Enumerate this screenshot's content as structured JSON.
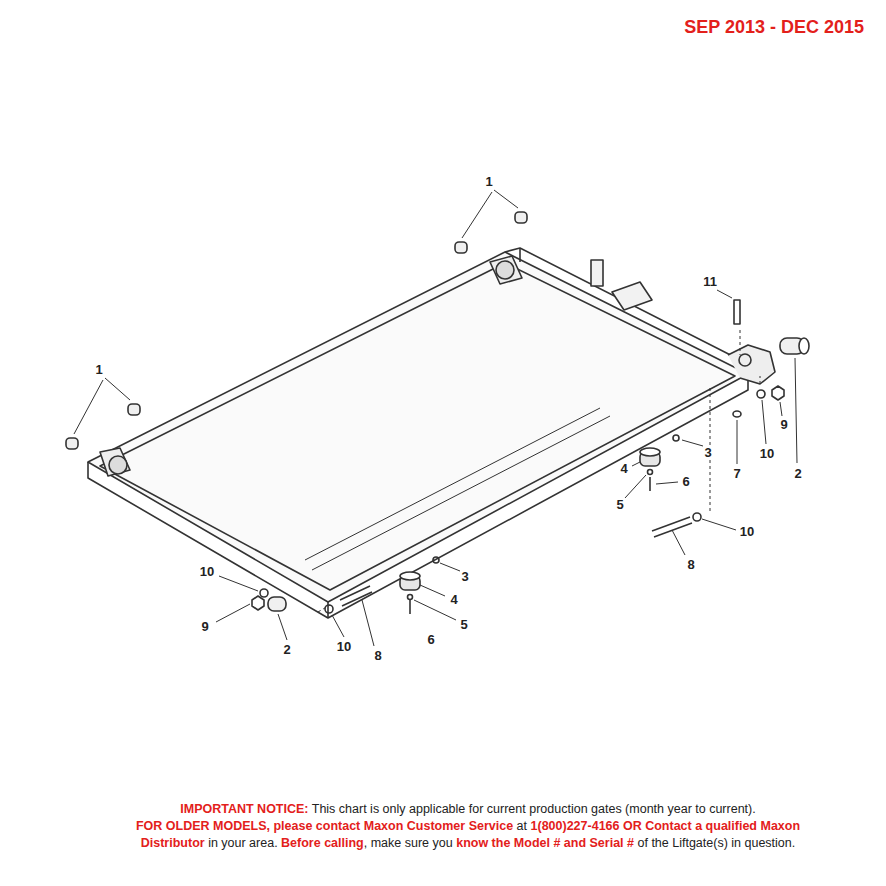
{
  "diagram": {
    "title": "SEP 2013 - DEC 2015",
    "labels": [
      "1",
      "1",
      "11",
      "2",
      "3",
      "9",
      "10",
      "7",
      "4",
      "6",
      "5",
      "10",
      "8",
      "3",
      "4",
      "5",
      "6",
      "10",
      "9",
      "2",
      "10",
      "8",
      "IMPORTANT NOTICE:",
      "This chart is only applicable for current production gates (month year to current).",
      "FOR OLDER MODELS, please contact Maxon Customer Service",
      "at",
      "1(800)227-4166 OR Contact a qualified Maxon",
      "Distributor",
      "in your area.",
      "Before calling",
      ", make sure you",
      "know the Model # and Serial #",
      "of the Liftgate(s) in question."
    ]
  }
}
